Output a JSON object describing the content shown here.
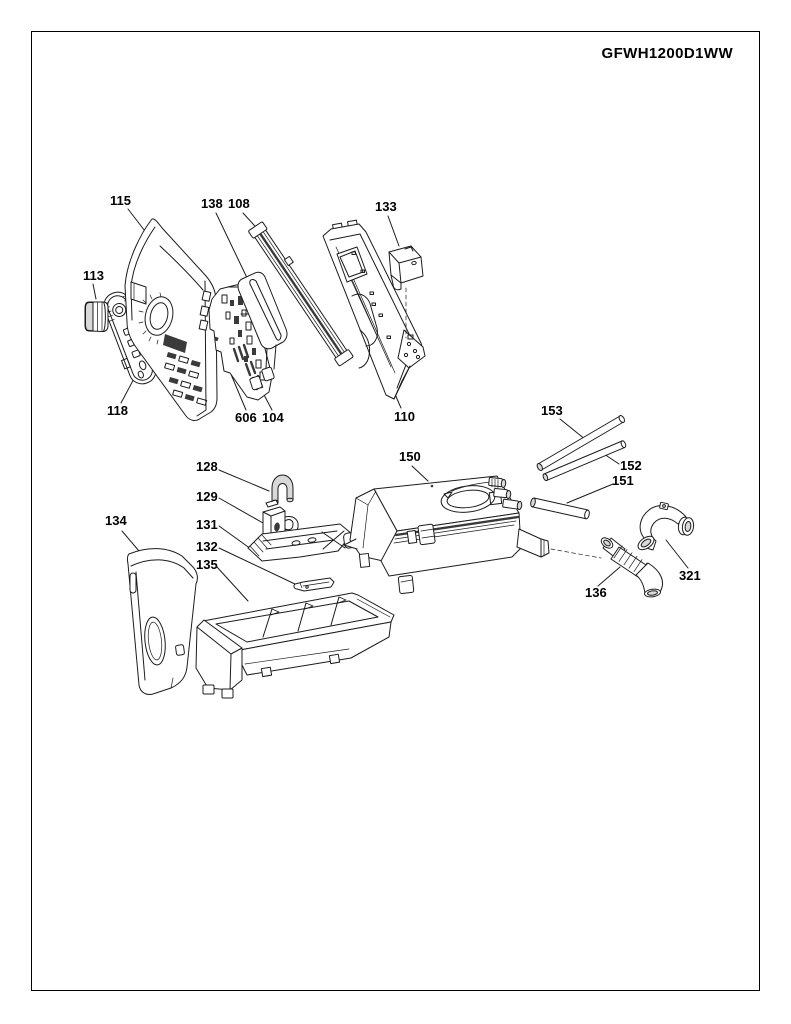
{
  "page": {
    "title": "GFWH1200D1WW"
  },
  "colors": {
    "line": "#1c1c1c",
    "paper": "#ffffff",
    "border": "#000000",
    "shade": "#d9d9d9",
    "dark": "#3a3a3a"
  },
  "parts": {
    "p115": {
      "label": "115"
    },
    "p113": {
      "label": "113"
    },
    "p118": {
      "label": "118"
    },
    "p138": {
      "label": "138"
    },
    "p108": {
      "label": "108"
    },
    "p133": {
      "label": "133"
    },
    "p606": {
      "label": "606"
    },
    "p104": {
      "label": "104"
    },
    "p110": {
      "label": "110"
    },
    "p128": {
      "label": "128"
    },
    "p129": {
      "label": "129"
    },
    "p131": {
      "label": "131"
    },
    "p132": {
      "label": "132"
    },
    "p135": {
      "label": "135"
    },
    "p134": {
      "label": "134"
    },
    "p150": {
      "label": "150"
    },
    "p153": {
      "label": "153"
    },
    "p152": {
      "label": "152"
    },
    "p151": {
      "label": "151"
    },
    "p136": {
      "label": "136"
    },
    "p321": {
      "label": "321"
    }
  }
}
